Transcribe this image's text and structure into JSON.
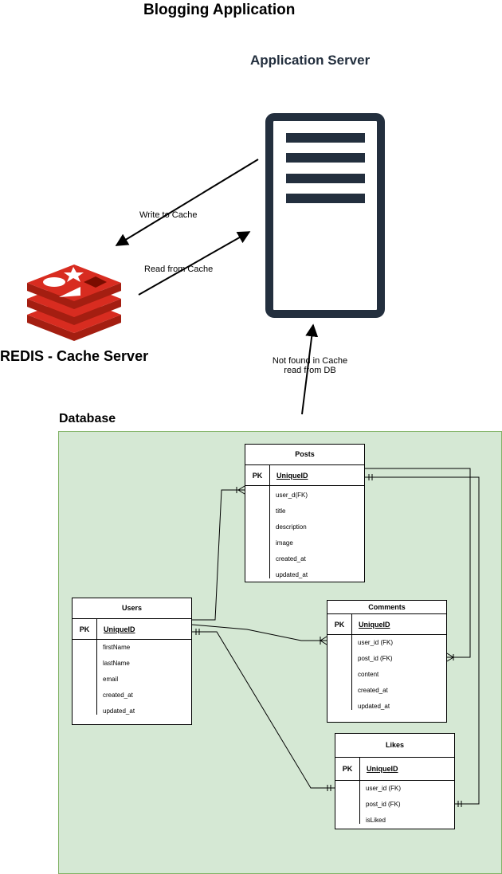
{
  "title": "Blogging Application",
  "server": {
    "title": "Application Server"
  },
  "cache": {
    "title": "REDIS - Cache Server"
  },
  "arrows": {
    "write": "Write to Cache",
    "read": "Read from Cache",
    "db_line1": "Not found in Cache",
    "db_line2": "read from DB"
  },
  "database": {
    "title": "Database",
    "tables": {
      "posts": {
        "name": "Posts",
        "pk": "PK",
        "id": "UniqueID",
        "fields": [
          "user_d(FK)",
          "title",
          "description",
          "image",
          "created_at",
          "updated_at"
        ]
      },
      "users": {
        "name": "Users",
        "pk": "PK",
        "id": "UniqueID",
        "fields": [
          "firstName",
          "lastName",
          "email",
          "created_at",
          "updated_at"
        ]
      },
      "comments": {
        "name": "Comments",
        "pk": "PK",
        "id": "UniqueID",
        "fields": [
          "user_id (FK)",
          "post_id (FK)",
          "content",
          "created_at",
          "updated_at"
        ]
      },
      "likes": {
        "name": "Likes",
        "pk": "PK",
        "id": "UniqueID",
        "fields": [
          "user_id (FK)",
          "post_id (FK)",
          "isLiked"
        ]
      }
    }
  },
  "colors": {
    "server": "#232f3e",
    "redis": "#d82c20",
    "db_fill": "#d5e8d4",
    "db_border": "#82b366"
  }
}
